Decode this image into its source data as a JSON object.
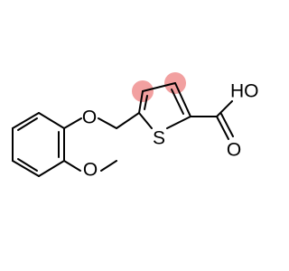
{
  "molecule": {
    "highlight_color": "#f2a0a0",
    "bond_color": "#000000",
    "labels": {
      "ether_oxygen": "O",
      "methoxy_oxygen": "O",
      "thiophene_sulfur": "S",
      "carbonyl_oxygen": "O",
      "hydroxyl": "HO"
    }
  }
}
